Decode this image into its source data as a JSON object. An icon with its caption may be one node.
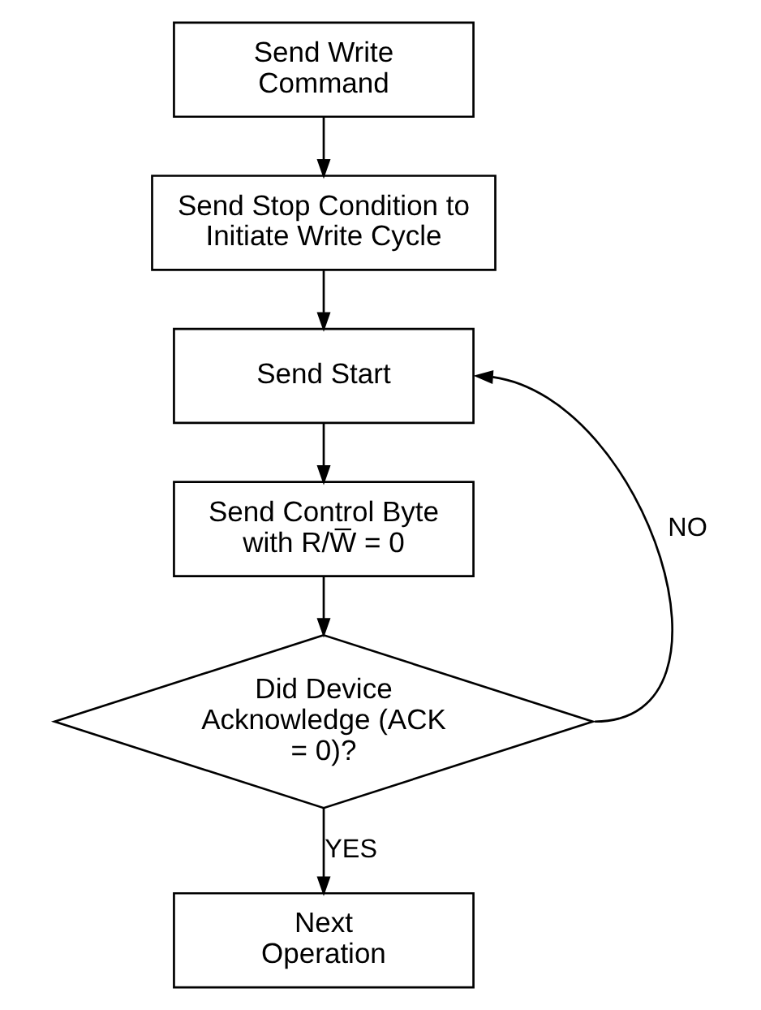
{
  "diagram": {
    "nodes": [
      {
        "text": [
          "Send Write Command"
        ]
      },
      {
        "text": [
          "Send Stop Condition to Initiate Write Cycle"
        ]
      },
      {
        "text": [
          "Send Start"
        ]
      },
      {
        "text": [
          "Send Control Byte with R/W̅ = 0"
        ]
      },
      {
        "text": [
          "Did Device Acknowledge (ACK = 0)?"
        ]
      },
      {
        "text": [
          "Next Operation"
        ]
      }
    ],
    "edges": [
      {
        "from": 0,
        "to": 1,
        "arrow": "to"
      },
      {
        "from": 1,
        "to": 2,
        "arrow": "to"
      },
      {
        "from": 2,
        "to": 3,
        "arrow": "to"
      },
      {
        "from": 3,
        "to": 4,
        "arrow": "to"
      },
      {
        "from": 4,
        "to": 5,
        "arrow": "to",
        "label": "YES"
      },
      {
        "from": 4,
        "to": 2,
        "arrow": "to",
        "label": "NO"
      }
    ]
  }
}
